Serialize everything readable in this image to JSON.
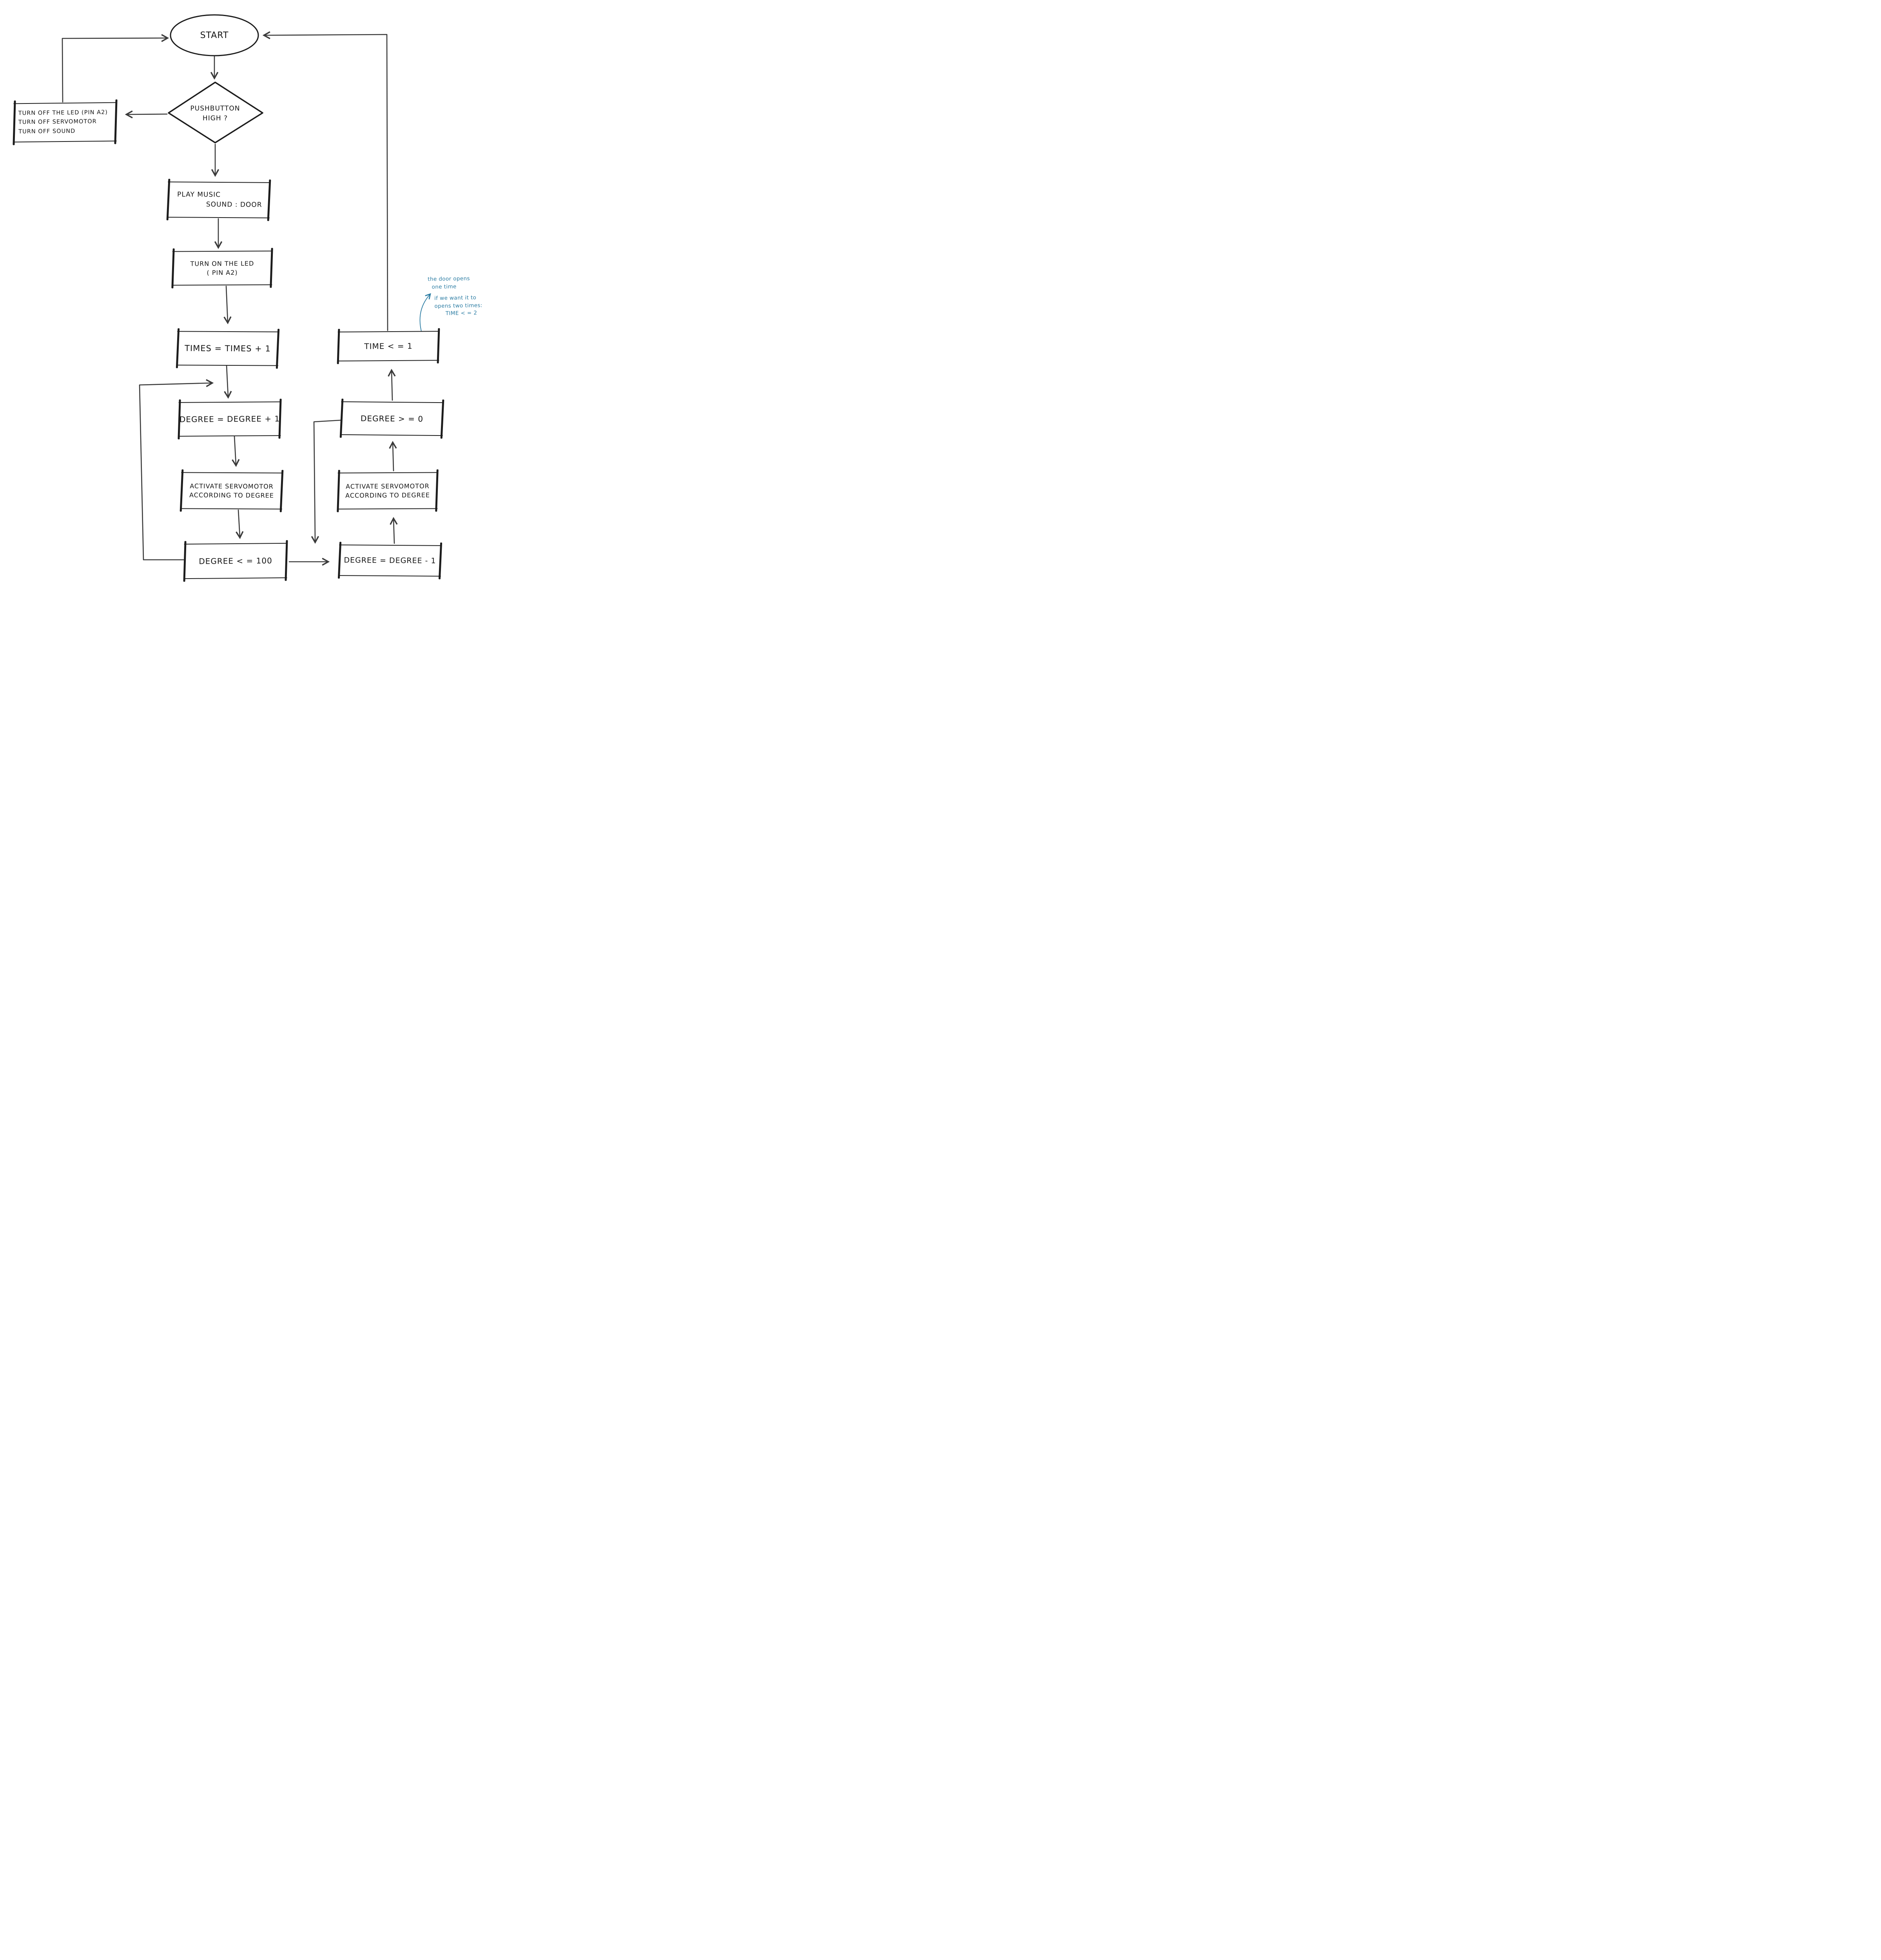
{
  "colors": {
    "ink": "#1c1c1c",
    "arrow": "#3a3a3a",
    "note": "#2b7ca3"
  },
  "nodes": {
    "start": {
      "label": "START"
    },
    "pushbutton": {
      "lines": [
        "PUSHBUTTON",
        "HIGH ?"
      ]
    },
    "turn_off": {
      "lines": [
        "TURN OFF THE LED (PIN A2)",
        "TURN OFF SERVOMOTOR",
        "TURN OFF SOUND"
      ]
    },
    "play_music": {
      "lines": [
        "PLAY MUSIC",
        "SOUND : DOOR"
      ]
    },
    "turn_on_led": {
      "lines": [
        "TURN ON THE LED",
        "( PIN A2)"
      ]
    },
    "times_inc": {
      "label": "TIMES = TIMES + 1"
    },
    "degree_inc": {
      "label": "DEGREE = DEGREE + 1"
    },
    "activate_servo_left": {
      "lines": [
        "ACTIVATE SERVOMOTOR",
        "ACCORDING TO DEGREE"
      ]
    },
    "degree_le_100": {
      "label": "DEGREE < = 100"
    },
    "degree_dec": {
      "label": "DEGREE = DEGREE - 1"
    },
    "activate_servo_right": {
      "lines": [
        "ACTIVATE SERVOMOTOR",
        "ACCORDING TO DEGREE"
      ]
    },
    "degree_ge_0": {
      "label": "DEGREE > = 0"
    },
    "time_le_1": {
      "label": "TIME < = 1"
    }
  },
  "note": {
    "lines": [
      "the door opens",
      "one time",
      "if we want it to",
      "opens two times:",
      "TIME < = 2"
    ]
  }
}
